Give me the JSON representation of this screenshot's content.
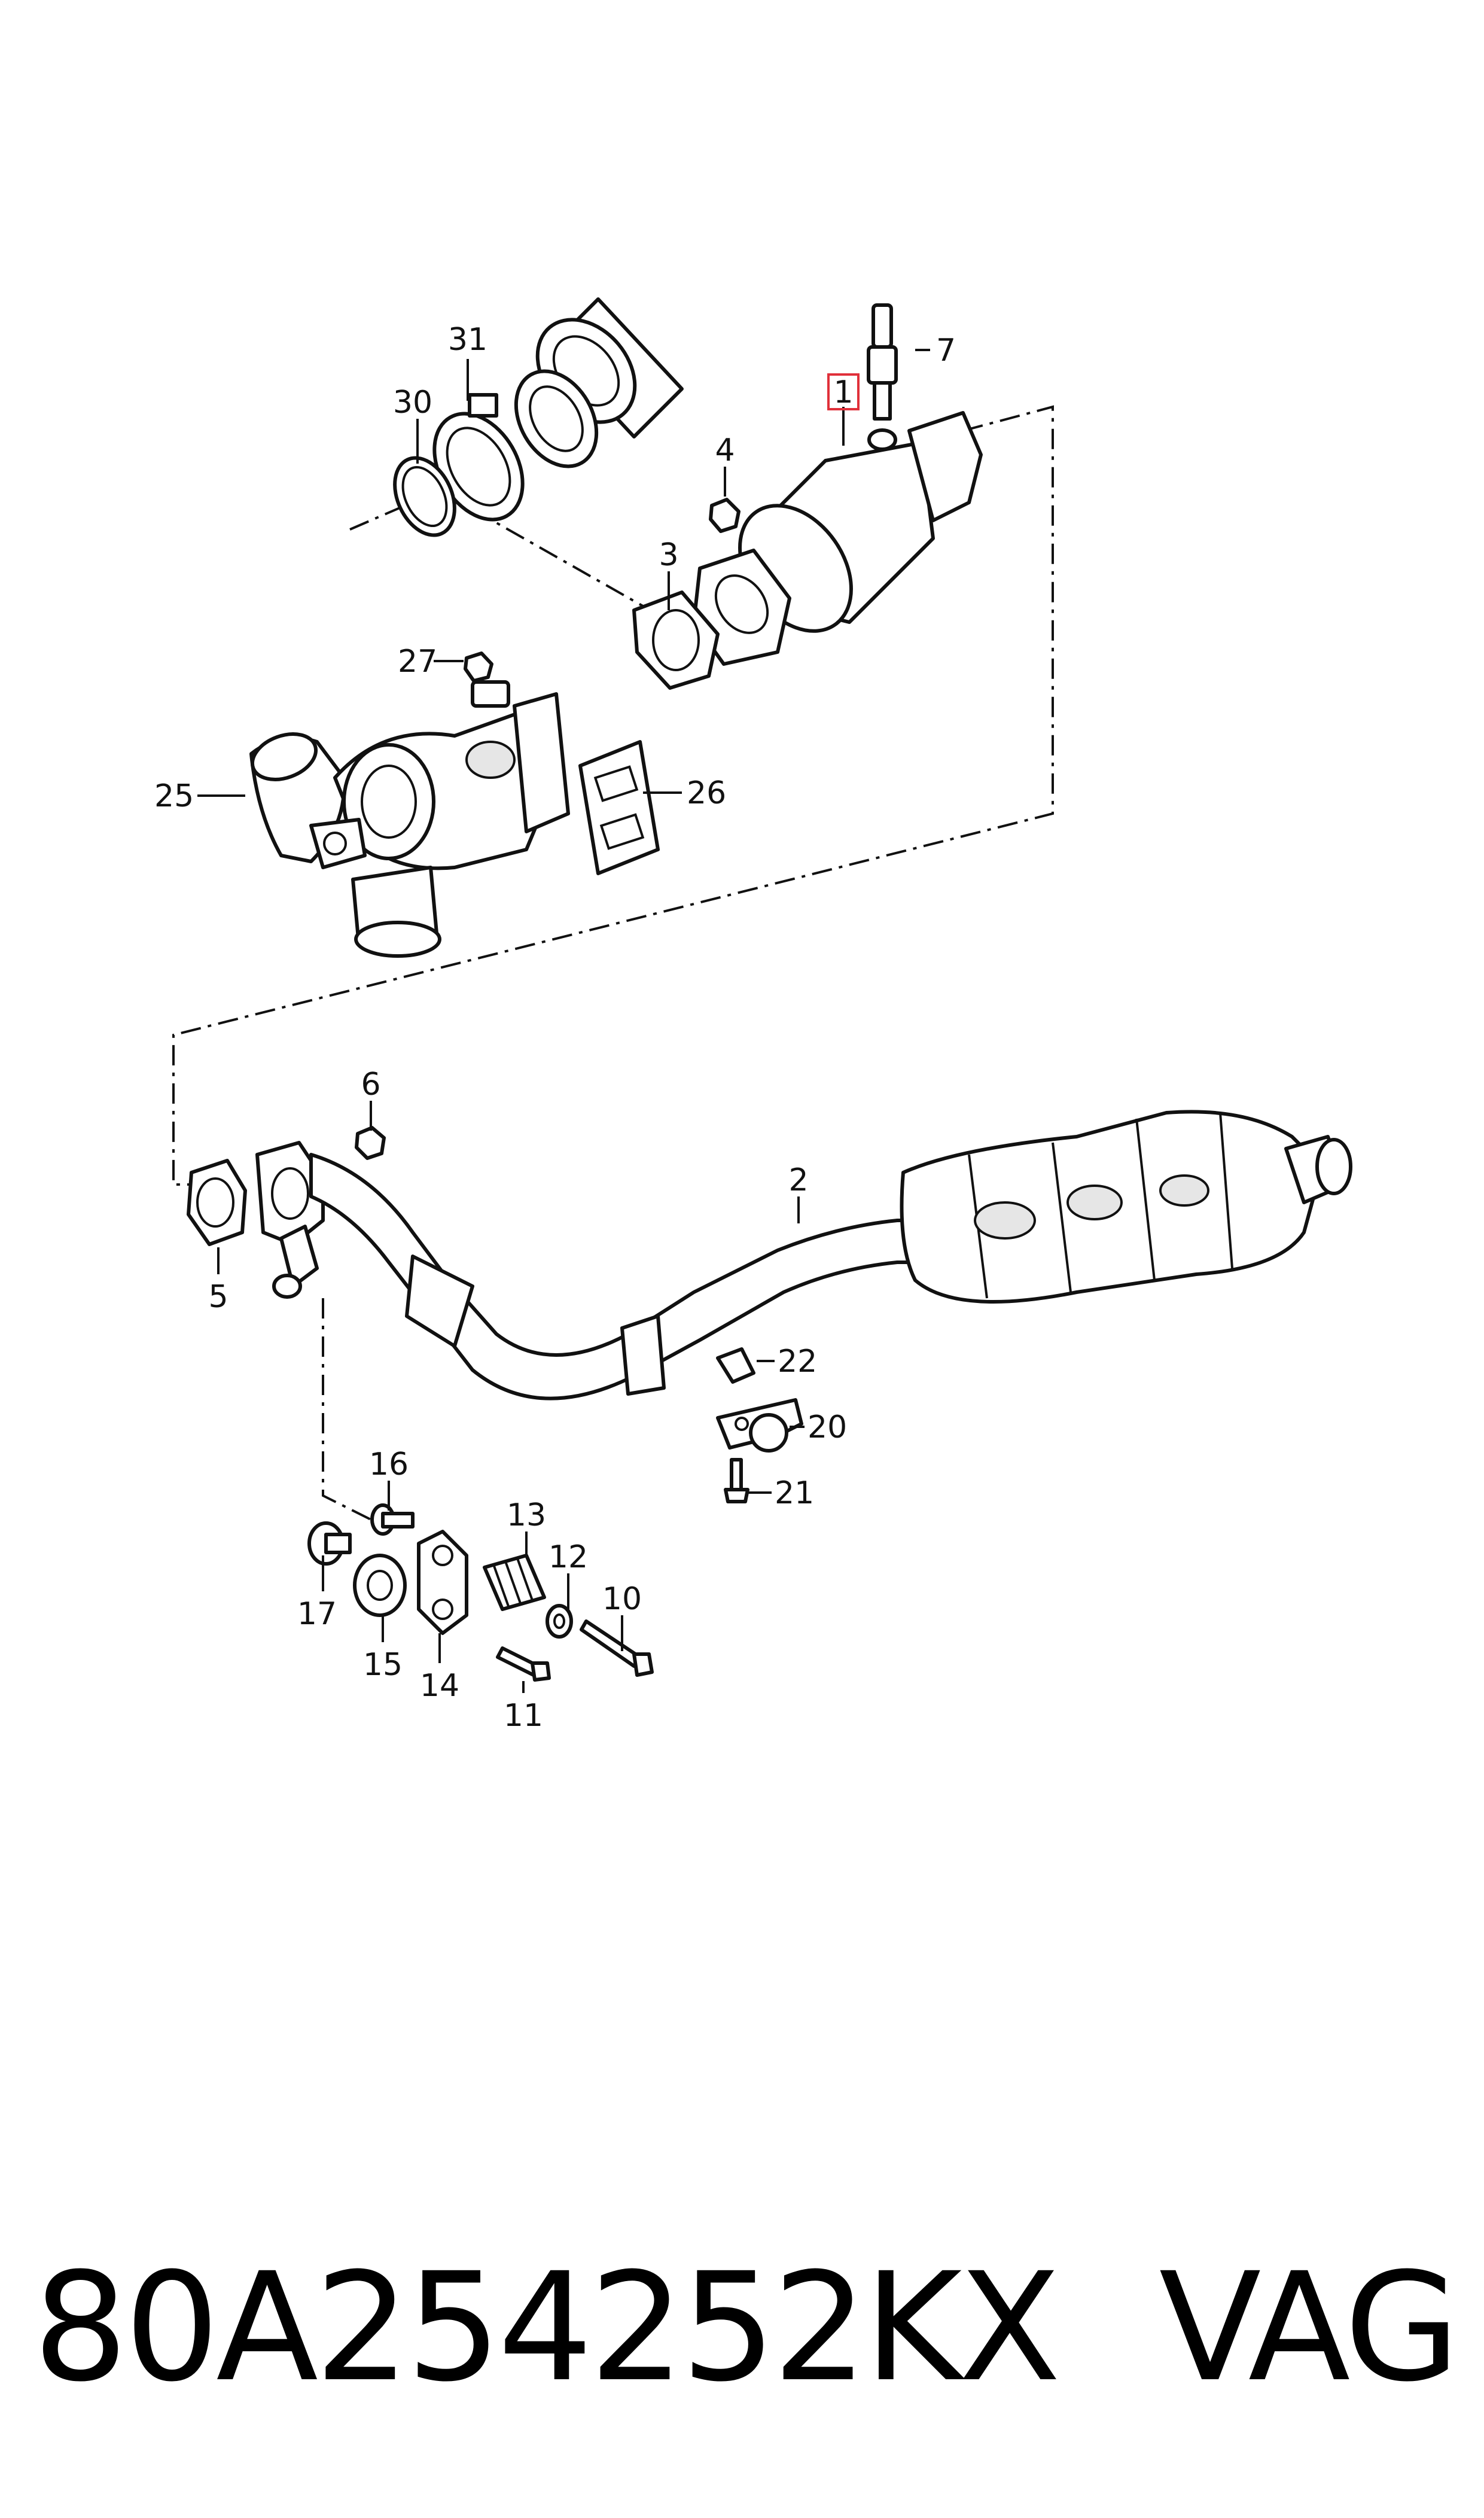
{
  "callouts": [
    {
      "id": "31",
      "text": "31"
    },
    {
      "id": "30",
      "text": "30"
    },
    {
      "id": "7",
      "text": "7"
    },
    {
      "id": "1",
      "text": "1"
    },
    {
      "id": "4",
      "text": "4"
    },
    {
      "id": "3",
      "text": "3"
    },
    {
      "id": "27",
      "text": "27"
    },
    {
      "id": "25",
      "text": "25"
    },
    {
      "id": "26",
      "text": "26"
    },
    {
      "id": "6",
      "text": "6"
    },
    {
      "id": "2",
      "text": "2"
    },
    {
      "id": "5",
      "text": "5"
    },
    {
      "id": "22",
      "text": "22"
    },
    {
      "id": "20",
      "text": "20"
    },
    {
      "id": "21",
      "text": "21"
    },
    {
      "id": "16",
      "text": "16"
    },
    {
      "id": "13",
      "text": "13"
    },
    {
      "id": "12",
      "text": "12"
    },
    {
      "id": "10",
      "text": "10"
    },
    {
      "id": "17",
      "text": "17"
    },
    {
      "id": "15",
      "text": "15"
    },
    {
      "id": "14",
      "text": "14"
    },
    {
      "id": "11",
      "text": "11"
    }
  ],
  "highlighted_callout": "1",
  "colors": {
    "highlight": "#e0303a",
    "ink": "#111111"
  },
  "footer": {
    "part_number": "80A254252KX",
    "brand": "VAG"
  }
}
